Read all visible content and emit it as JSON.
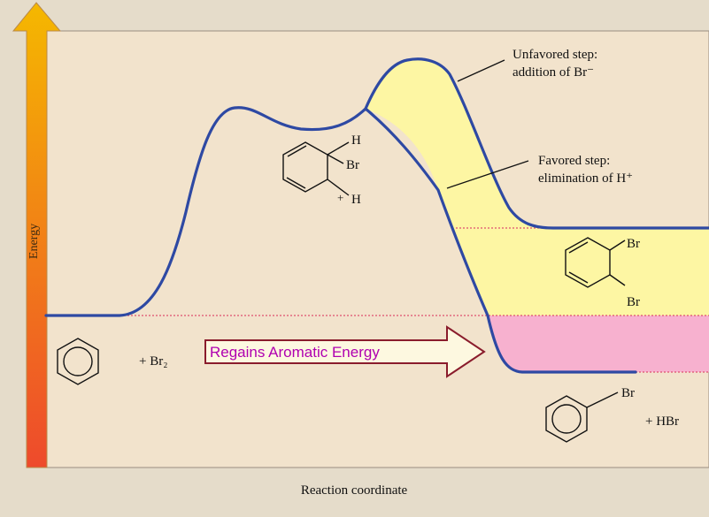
{
  "axes": {
    "y_label": "Energy",
    "x_label": "Reaction coordinate"
  },
  "annotations": {
    "unfavored_line1": "Unfavored step:",
    "unfavored_line2": "addition of Br⁻",
    "favored_line1": "Favored step:",
    "favored_line2": "elimination of H⁺"
  },
  "molecules": {
    "reactant_plus": "+ Br₂",
    "intermediate_h_top": "H",
    "intermediate_br": "Br",
    "intermediate_plus": "+",
    "intermediate_h_bottom": "H",
    "addition_br_top": "Br",
    "addition_br_bottom": "Br",
    "substitution_br": "Br",
    "substitution_plus": "+ HBr"
  },
  "callout": {
    "text": "Regains Aromatic Energy"
  },
  "colors": {
    "background": "#e5dcca",
    "plot_area": "#f2e3cc",
    "curve": "#2e49a3",
    "unfavored_region": "#fdf6a3",
    "aromatic_region": "#f7b1cf",
    "dotted_guide": "#e05070",
    "callout_border": "#8a1c2c",
    "callout_text": "#b000b0",
    "arrow_top": "#f5b800",
    "arrow_bottom": "#ee4a2c"
  }
}
